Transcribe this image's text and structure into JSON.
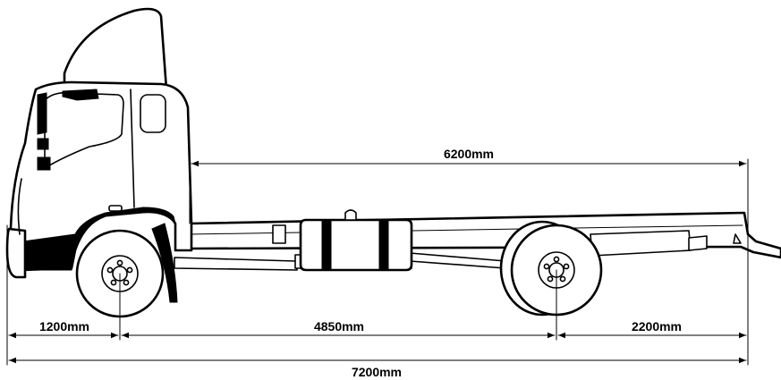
{
  "dimensions": {
    "body_length": "6200mm",
    "front_overhang": "1200mm",
    "wheelbase": "4850mm",
    "rear_overhang": "2200mm",
    "overall_length": "7200mm"
  },
  "colors": {
    "line": "#000000",
    "background": "#ffffff"
  }
}
